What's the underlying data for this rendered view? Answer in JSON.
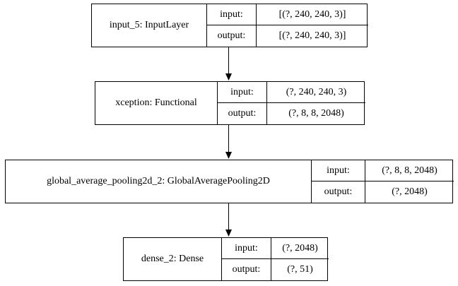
{
  "diagram": {
    "nodes": [
      {
        "name": "input_5: InputLayer",
        "input_label": "input:",
        "input_value": "[(?, 240, 240, 3)]",
        "output_label": "output:",
        "output_value": "[(?, 240, 240, 3)]"
      },
      {
        "name": "xception: Functional",
        "input_label": "input:",
        "input_value": "(?, 240, 240, 3)",
        "output_label": "output:",
        "output_value": "(?, 8, 8, 2048)"
      },
      {
        "name": "global_average_pooling2d_2: GlobalAveragePooling2D",
        "input_label": "input:",
        "input_value": "(?, 8, 8, 2048)",
        "output_label": "output:",
        "output_value": "(?, 2048)"
      },
      {
        "name": "dense_2: Dense",
        "input_label": "input:",
        "input_value": "(?, 2048)",
        "output_label": "output:",
        "output_value": "(?, 51)"
      }
    ],
    "edges": [
      {
        "from": 0,
        "to": 1
      },
      {
        "from": 1,
        "to": 2
      },
      {
        "from": 2,
        "to": 3
      }
    ],
    "colors": {
      "stroke": "#000000",
      "background": "#ffffff"
    }
  }
}
